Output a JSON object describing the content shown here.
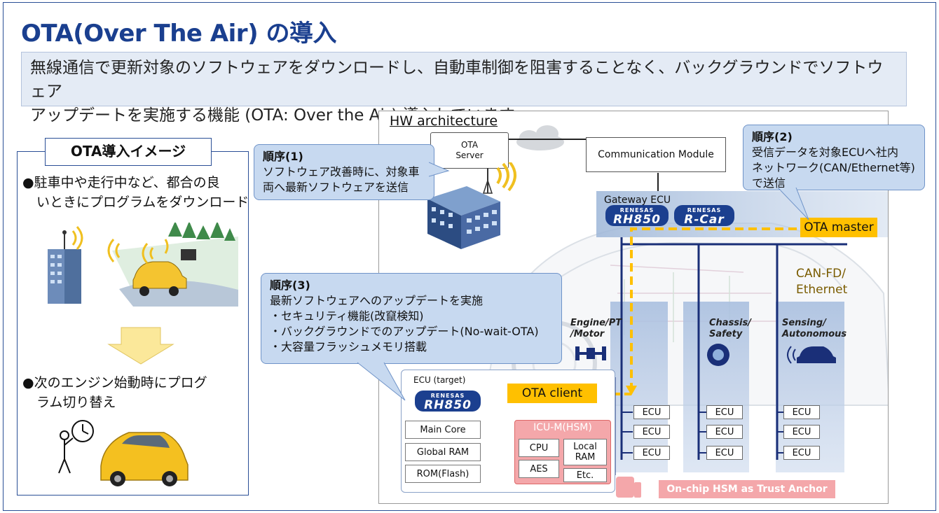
{
  "title": "OTA(Over The Air) の導入",
  "lead": {
    "line1": "無線通信で更新対象のソフトウェアをダウンロードし、自動車制御を阻害することなく、バックグラウンドでソフトウェア",
    "line2": "アップデートを実施する機能 (OTA: Over the Air) 導入しています。"
  },
  "left_panel": {
    "title": "OTA導入イメージ",
    "bullet1_line1": "●駐車中や走行中など、都合の良",
    "bullet1_line2": "いときにプログラムをダウンロード",
    "bullet2_line1": "●次のエンジン始動時にプログ",
    "bullet2_line2": "ラム切り替え"
  },
  "architecture": {
    "label": "HW architecture",
    "ota_server_line1": "OTA",
    "ota_server_line2": "Server",
    "communication_module": "Communication Module",
    "gateway_ecu": "Gateway ECU",
    "ota_master": "OTA master",
    "can_fd_line1": "CAN-FD/",
    "can_fd_line2": "Ethernet",
    "engine_line1": "Engine/PT",
    "engine_line2": "/Motor",
    "chassis_line1": "Chassis/",
    "chassis_line2": "Safety",
    "sensing_line1": "Sensing/",
    "sensing_line2": "Autonomous",
    "ecu_label": "ECU",
    "ecu_target": "ECU (target)",
    "ota_client": "OTA client",
    "main_core": "Main Core",
    "global_ram": "Global RAM",
    "rom_flash": "ROM(Flash)",
    "icu_m": "ICU-M(HSM)",
    "cpu": "CPU",
    "local_ram_line1": "Local",
    "local_ram_line2": "RAM",
    "aes": "AES",
    "etc": "Etc.",
    "hsm_trust": "On-chip HSM as Trust Anchor",
    "renesas": "RENESAS",
    "rh850": "RH850",
    "rcar": "R-Car"
  },
  "callouts": {
    "step1_title": "順序(1)",
    "step1_line1": "ソフトウェア改善時に、対象車",
    "step1_line2": "両へ最新ソフトウェアを送信",
    "step2_title": "順序(2)",
    "step2_line1": "受信データを対象ECUへ社内",
    "step2_line2": "ネットワーク(CAN/Ethernet等)",
    "step2_line3": "で送信",
    "step3_title": "順序(3)",
    "step3_line1": "最新ソフトウェアへのアップデートを実施",
    "step3_line2": "・セキュリティ機能(改竄検知)",
    "step3_line3": "・バックグラウンドでのアップデート(No-wait-OTA)",
    "step3_line4": "・大容量フラッシュメモリ搭載"
  },
  "colors": {
    "title_blue": "#1a3f8f",
    "callout_blue": "#c7d9f0",
    "ota_yellow": "#ffc000",
    "hsm_pink": "#f4a7aa",
    "bus_navy": "#1a2f78"
  }
}
